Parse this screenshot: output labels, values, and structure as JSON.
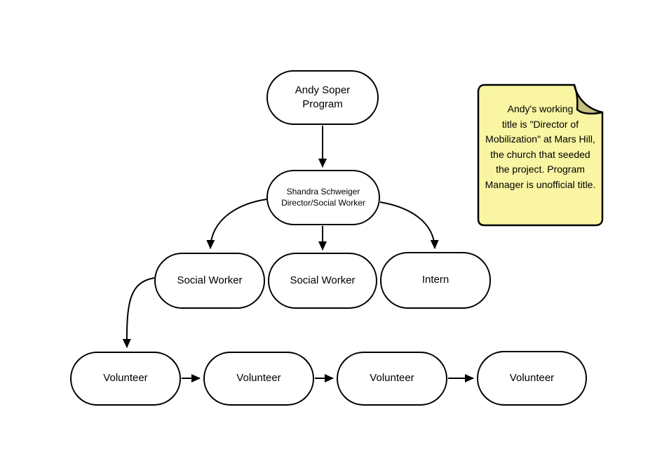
{
  "diagram": {
    "nodes": [
      {
        "id": "andy-soper-program",
        "label": "Andy Soper Program"
      },
      {
        "id": "shandra-schweiger",
        "label": "Shandra Schweiger Director/Social Worker"
      },
      {
        "id": "social-worker-left",
        "label": "Social Worker"
      },
      {
        "id": "social-worker-middle",
        "label": "Social Worker"
      },
      {
        "id": "intern",
        "label": "Intern"
      },
      {
        "id": "volunteer-1",
        "label": "Volunteer"
      },
      {
        "id": "volunteer-2",
        "label": "Volunteer"
      },
      {
        "id": "volunteer-3",
        "label": "Volunteer"
      },
      {
        "id": "volunteer-4",
        "label": "Volunteer"
      }
    ],
    "edges": [
      {
        "from": "andy-soper-program",
        "to": "shandra-schweiger"
      },
      {
        "from": "shandra-schweiger",
        "to": "social-worker-left"
      },
      {
        "from": "shandra-schweiger",
        "to": "social-worker-middle"
      },
      {
        "from": "shandra-schweiger",
        "to": "intern"
      },
      {
        "from": "social-worker-left",
        "to": "volunteer-1"
      },
      {
        "from": "volunteer-1",
        "to": "volunteer-2"
      },
      {
        "from": "volunteer-2",
        "to": "volunteer-3"
      },
      {
        "from": "volunteer-3",
        "to": "volunteer-4"
      }
    ],
    "sticky_note": {
      "text": "Andy's working\ntitle is \"Director of Mobilization\" at Mars Hill, the church that seeded the project. Program Manager is unofficial title."
    },
    "colors": {
      "background": "#FFFFFF",
      "node_fill": "#FFFFFF",
      "stroke": "#000000",
      "note_fill": "#F9F5A3",
      "note_fold": "#C7C17E"
    }
  }
}
